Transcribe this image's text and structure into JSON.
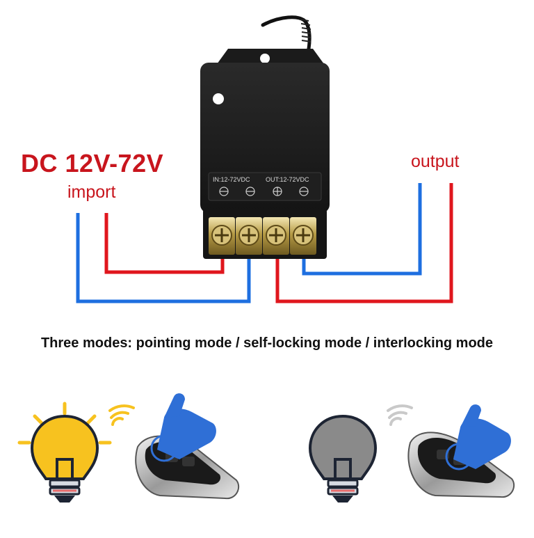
{
  "relay": {
    "input_voltage": "DC 12V-72V",
    "input_label": "import",
    "output_label": "output",
    "terminal_in_label": "IN:12-72VDC",
    "terminal_out_label": "OUT:12-72VDC"
  },
  "caption": "Three modes: pointing mode / self-locking mode / interlocking mode",
  "colors": {
    "wire_positive": "#e0161d",
    "wire_negative": "#1e6fe0",
    "label_red": "#c8151d",
    "bulb_on": "#f7c21f",
    "bulb_off": "#8a8a8a",
    "hand_blue": "#2f6fd6"
  },
  "icons": {
    "bulb_on": "lightbulb-on-icon",
    "bulb_off": "lightbulb-off-icon",
    "signal": "wireless-signal-icon",
    "remote": "car-key-remote-icon",
    "hand": "pointing-hand-icon"
  }
}
